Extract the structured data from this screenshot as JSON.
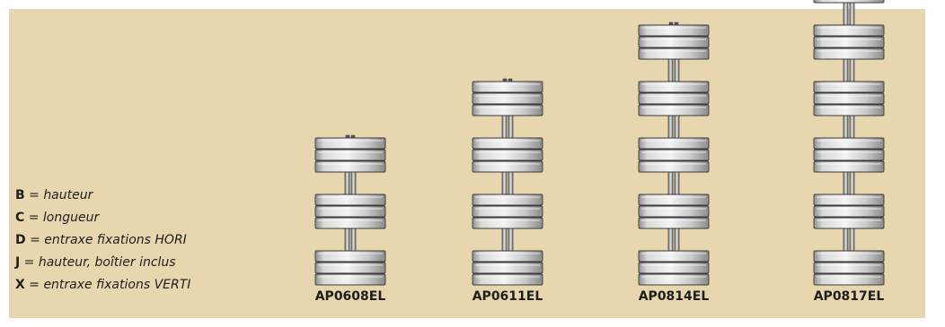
{
  "legend": [
    {
      "key": "B",
      "eq": " = ",
      "desc": "hauteur"
    },
    {
      "key": "C",
      "eq": " = ",
      "desc": "longueur"
    },
    {
      "key": "D",
      "eq": " = ",
      "desc": "entraxe fixations HORI"
    },
    {
      "key": "J",
      "eq": " = ",
      "desc": "hauteur, boîtier inclus"
    },
    {
      "key": "X",
      "eq": " = ",
      "desc": "entraxe fixations VERTI"
    }
  ],
  "models": [
    {
      "label": "AP0608EL",
      "groups": 3
    },
    {
      "label": "AP0611EL",
      "groups": 4
    },
    {
      "label": "AP0814EL",
      "groups": 5
    },
    {
      "label": "AP0817EL",
      "groups": 6
    }
  ],
  "colors": {
    "background": "#e8d7ae",
    "bar_light": "#f2f2f2",
    "bar_dark": "#9d9d9d",
    "outline": "#3a3a3a"
  }
}
